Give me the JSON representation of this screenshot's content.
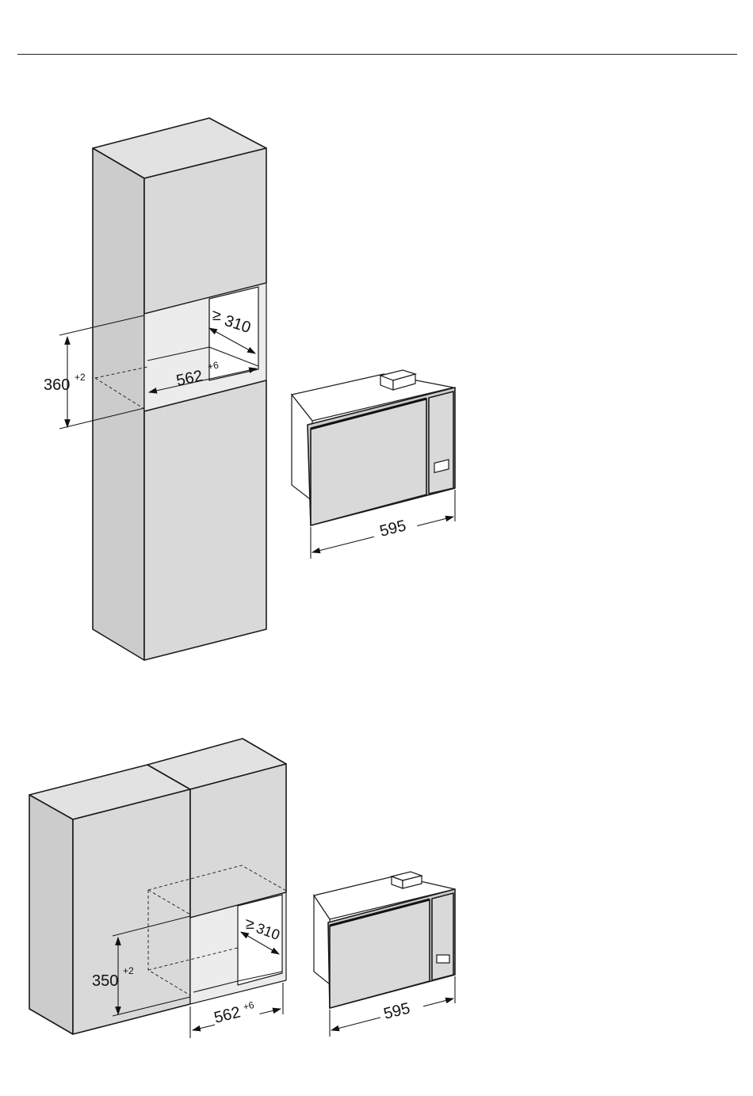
{
  "diagram_top": {
    "dim_height": "360",
    "dim_height_tol": "+2",
    "dim_width": "562",
    "dim_width_tol": "+6",
    "dim_depth_prefix": "≥",
    "dim_depth": "310",
    "dim_appliance_width": "595"
  },
  "diagram_bottom": {
    "dim_height": "350",
    "dim_height_tol": "+2",
    "dim_width": "562",
    "dim_width_tol": "+6",
    "dim_depth_prefix": "≥",
    "dim_depth": "310",
    "dim_appliance_width": "595"
  }
}
